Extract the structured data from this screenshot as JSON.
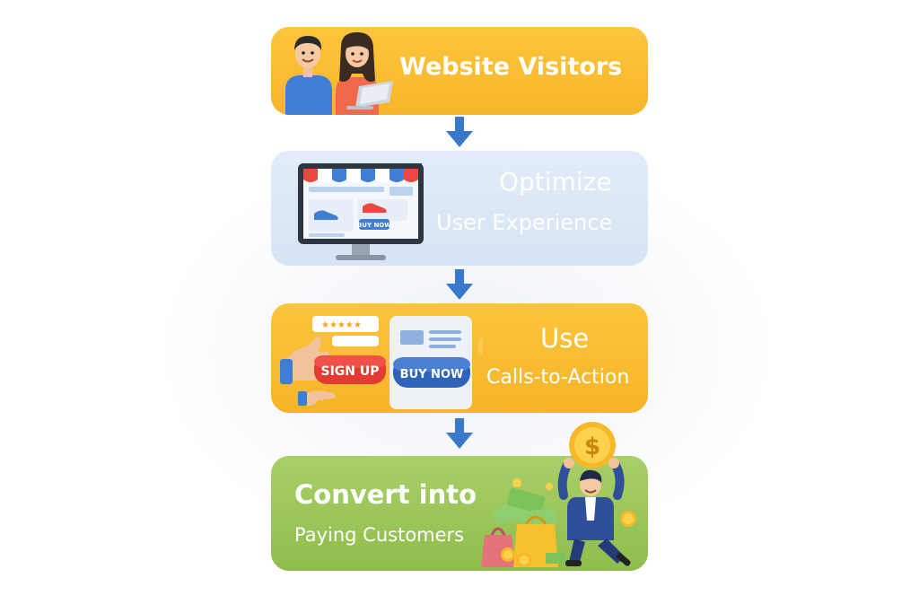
{
  "steps": [
    {
      "title": "Website Visitors"
    },
    {
      "title_line1": "Optimize",
      "title_line2": "User Experience"
    },
    {
      "title_line1": "Use",
      "title_line2": "Calls-to-Action"
    },
    {
      "title_line1": "Convert into",
      "title_line2": "Paying Customers"
    }
  ],
  "illustrations": {
    "store_button": "BUY NOW",
    "signup_button": "SIGN UP",
    "buy_button": "BUY NOW",
    "coin_symbol": "$"
  },
  "icons": [
    "people-icon",
    "storefront-monitor-icon",
    "cta-buttons-icon",
    "happy-customer-icon",
    "down-arrow-icon"
  ],
  "colors": {
    "yellow": "#f9bd33",
    "light_blue": "#dae6f6",
    "green": "#9cc65a",
    "arrow_blue": "#3a78c9",
    "text": "#ffffff"
  }
}
